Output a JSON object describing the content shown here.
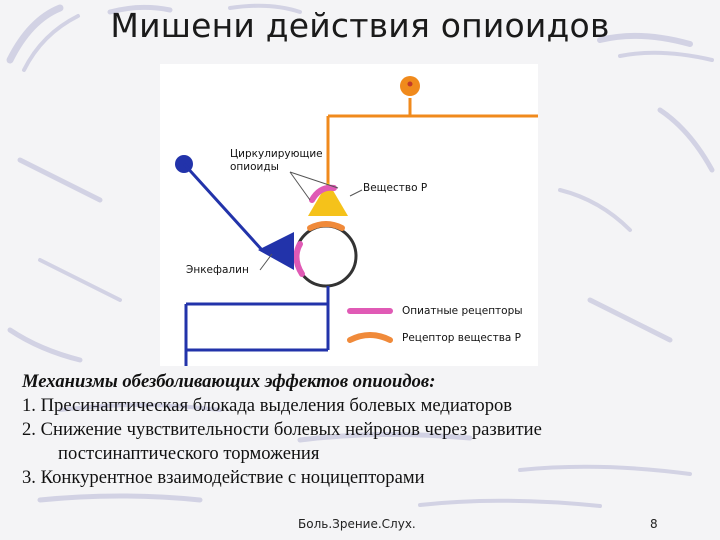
{
  "slide": {
    "title": "Мишени действия опиоидов",
    "footer_center": "Боль.Зрение.Слух.",
    "page_number": "8"
  },
  "diagram": {
    "labels": {
      "circulating": "Циркулирующие\nопиоиды",
      "substance_p": "Вещество Р",
      "enkephalin": "Энкефалин",
      "opiate_receptors": "Опиатные рецепторы",
      "substance_p_receptor": "Рецептор вещества Р"
    },
    "colors": {
      "neuron_line": "#f08a1c",
      "circle_outline": "#333333",
      "blue_neuron": "#2233aa",
      "substance_p_triangle": "#f5c21a",
      "opiate_receptor": "#e05ab5",
      "substance_p_receptor": "#f08a3a"
    }
  },
  "text": {
    "heading": "Механизмы обезболивающих эффектов опиоидов:",
    "items": [
      {
        "number": "1.",
        "text": "Пресинаптическая блокада выделения болевых медиаторов"
      },
      {
        "number": "2.",
        "text": "Снижение чувствительности болевых нейронов через развитие"
      },
      {
        "number": "",
        "text": "постсинаптического торможения"
      },
      {
        "number": "3.",
        "text": "Конкурентное взаимодействие с ноцицепторами"
      }
    ]
  }
}
